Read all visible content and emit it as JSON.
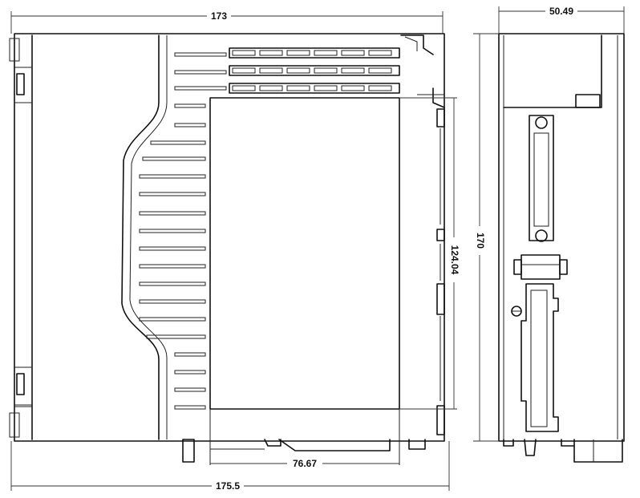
{
  "dimensions": {
    "overall_width_top": "173",
    "overall_width_bottom": "175.5",
    "depth": "50.49",
    "height": "170",
    "panel_height": "124.04",
    "panel_width": "76.67"
  }
}
